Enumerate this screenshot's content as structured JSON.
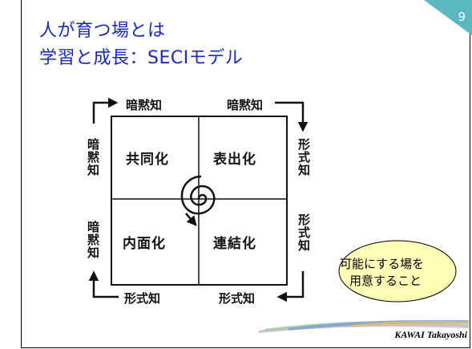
{
  "slide": {
    "page_number": "9",
    "title_line1": "人が育つ場とは",
    "title_line2": "学習と成長：SECIモデル",
    "credit": "KAWAI Takayoshi"
  },
  "seci": {
    "top_left": "暗黙知",
    "top_right": "暗黙知",
    "bottom_left": "形式知",
    "bottom_right": "形式知",
    "left_top": "暗黙知",
    "left_bottom": "暗黙知",
    "right_top": "形式知",
    "right_bottom": "形式知",
    "socialization": "共同化",
    "externalization": "表出化",
    "internalization": "内面化",
    "combination": "連結化"
  },
  "callout": {
    "line1": "可能にする場を",
    "line2": "用意すること"
  },
  "colors": {
    "title": "#1a28b8",
    "corner_tab": "#5ab8c0",
    "callout_fill": "#ffffb8",
    "diagram": "#111111"
  }
}
